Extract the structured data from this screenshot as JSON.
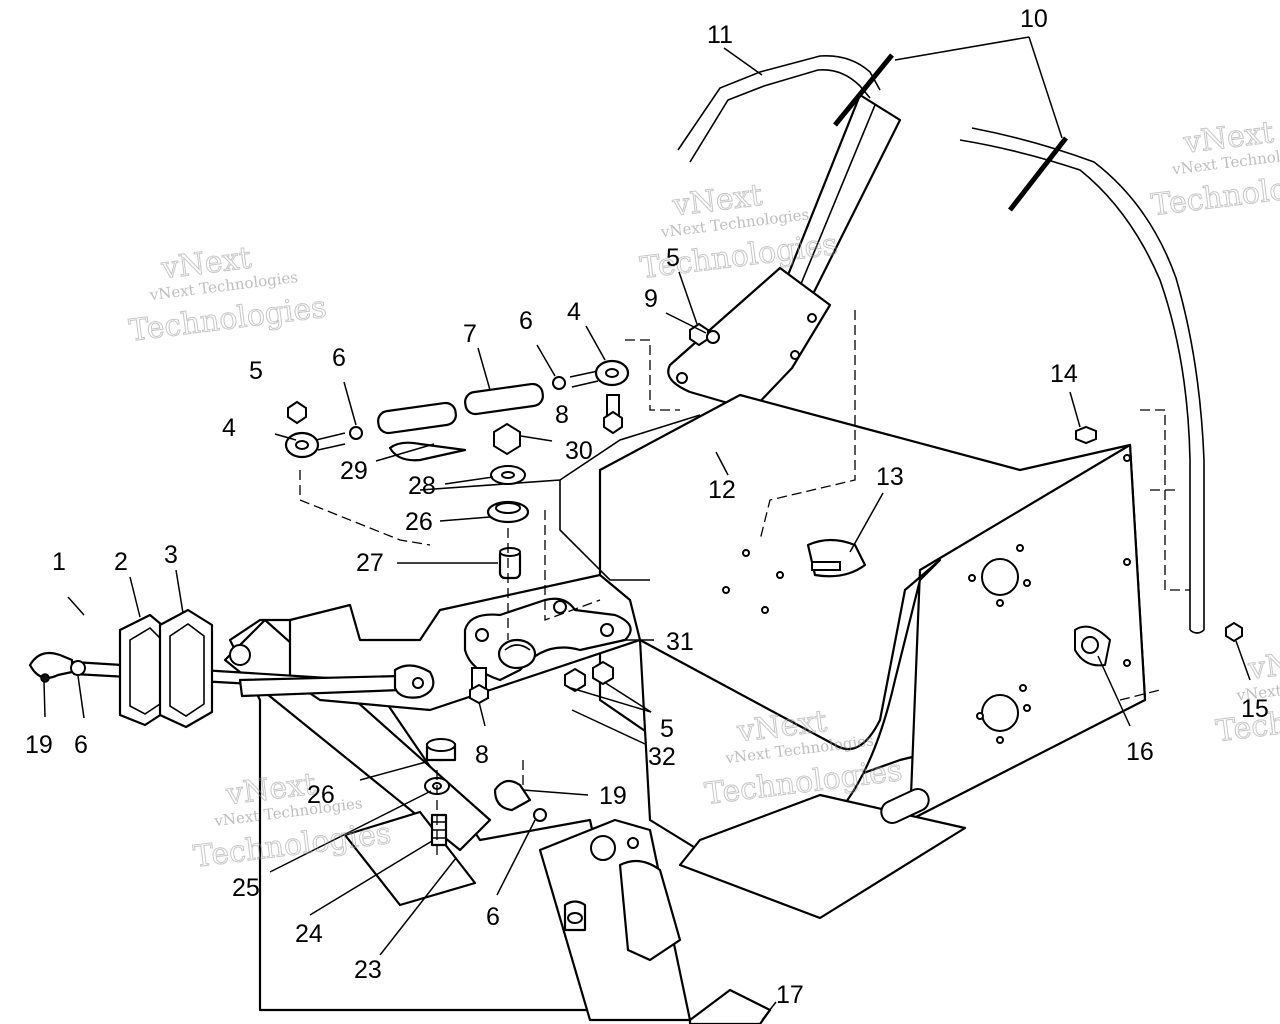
{
  "watermark": {
    "brand": "vNext",
    "company": "vNext Technologies",
    "word": "Technologies"
  },
  "callouts": [
    "1",
    "2",
    "3",
    "4",
    "4",
    "5",
    "5",
    "5",
    "6",
    "6",
    "6",
    "6",
    "7",
    "8",
    "8",
    "9",
    "10",
    "11",
    "12",
    "13",
    "14",
    "15",
    "16",
    "17",
    "19",
    "19",
    "23",
    "24",
    "25",
    "26",
    "26",
    "27",
    "28",
    "29",
    "30",
    "31",
    "32"
  ]
}
